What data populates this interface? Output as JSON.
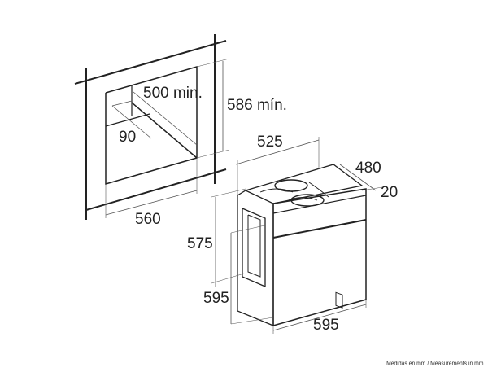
{
  "diagram": {
    "type": "oven installation dimensions",
    "niche": {
      "depth_label": "500 min.",
      "height_label": "586 mín.",
      "width_label": "560",
      "vent_label": "90"
    },
    "oven": {
      "width_top_label": "525",
      "depth_label": "480",
      "door_label": "20",
      "side_height_label": "575",
      "front_height_label": "595",
      "front_width_label": "595"
    },
    "footer_note": "Medidas en mm / Measurements in mm",
    "colors": {
      "line": "#222222",
      "thin": "#555555",
      "background": "#ffffff"
    }
  }
}
